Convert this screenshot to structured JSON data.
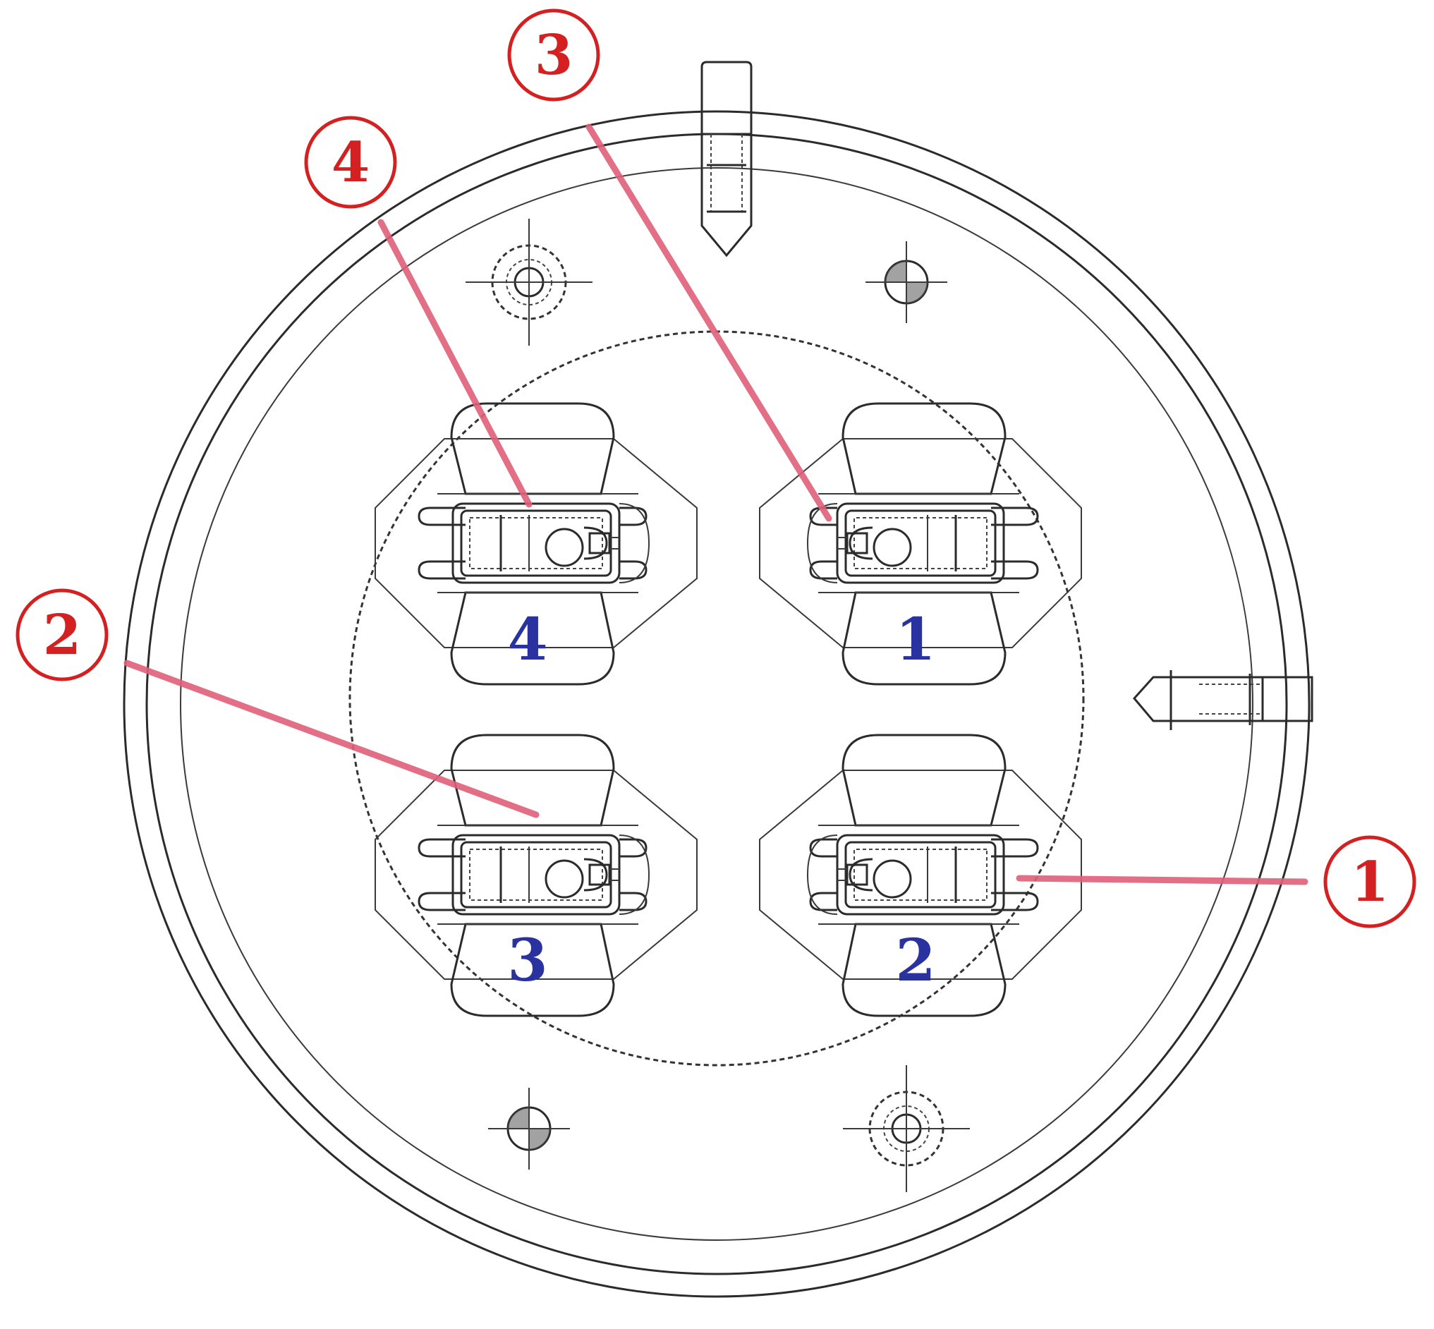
{
  "callouts": [
    {
      "label": "1"
    },
    {
      "label": "2"
    },
    {
      "label": "3"
    },
    {
      "label": "4"
    }
  ],
  "positions": [
    {
      "label": "4"
    },
    {
      "label": "1"
    },
    {
      "label": "3"
    },
    {
      "label": "2"
    }
  ],
  "colors": {
    "callout": "#d42020",
    "leader": "#e0607a",
    "position_label": "#2a32a0",
    "linework": "#2b2b2b"
  }
}
